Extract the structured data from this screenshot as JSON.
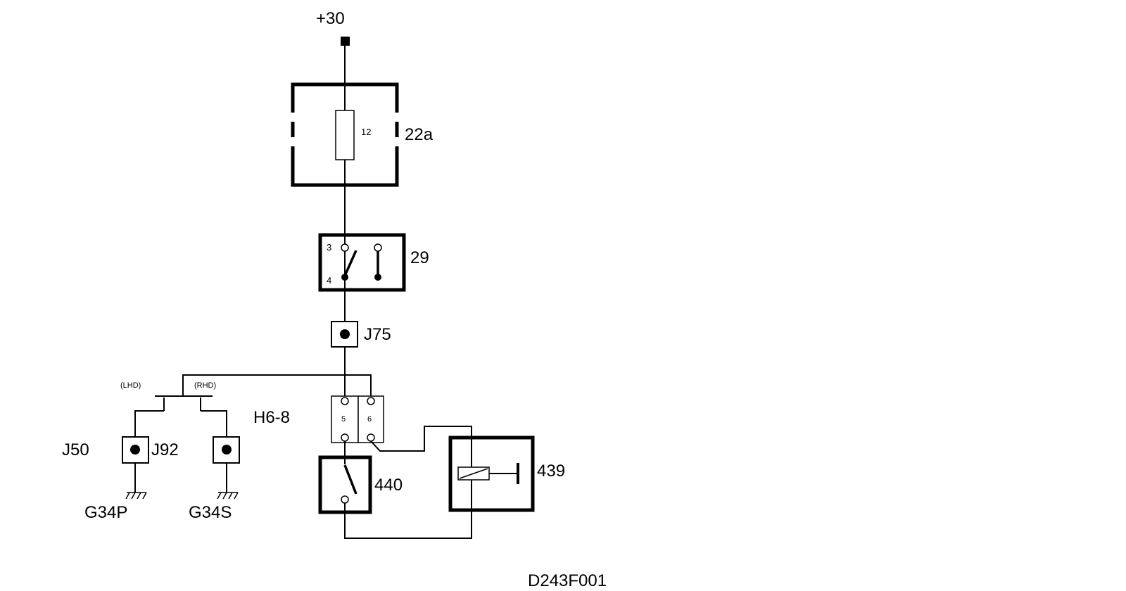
{
  "diagram": {
    "terminal_label": "+30",
    "fuse_box_label": "22a",
    "fuse_label": "12",
    "switch_label": "29",
    "switch_pin_3": "3",
    "switch_pin_4": "4",
    "connector_j75_label": "J75",
    "branch_lhd_label": "(LHD)",
    "branch_rhd_label": "(RHD)",
    "connector_h6_8_label": "H6-8",
    "h6_8_pin_5": "5",
    "h6_8_pin_6": "6",
    "connector_j50_label": "J50",
    "connector_j92_label": "J92",
    "ground_g34p_label": "G34P",
    "ground_g34s_label": "G34S",
    "switch_440_label": "440",
    "relay_439_label": "439",
    "drawing_id": "D243F001"
  }
}
